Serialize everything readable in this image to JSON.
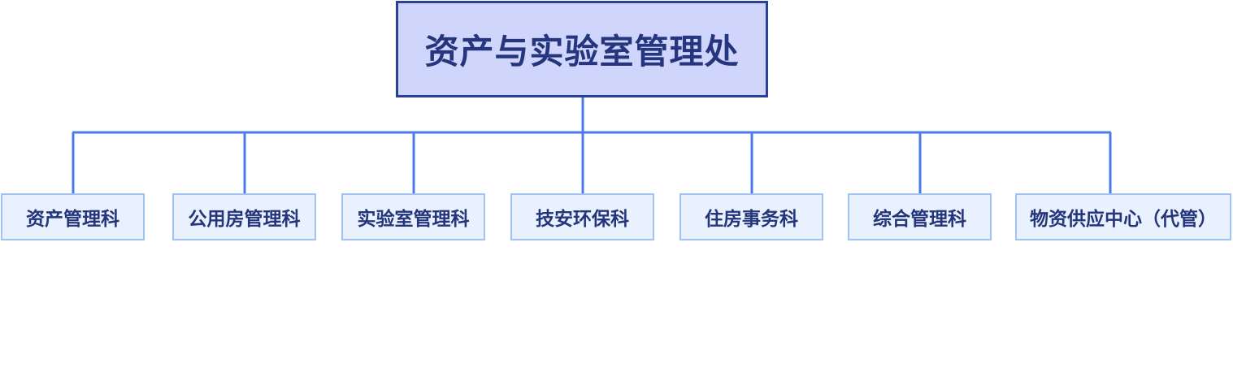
{
  "org_chart": {
    "root": {
      "label": "资产与实验室管理处"
    },
    "departments": [
      {
        "label": "资产管理科"
      },
      {
        "label": "公用房管理科"
      },
      {
        "label": "实验室管理科"
      },
      {
        "label": "技安环保科"
      },
      {
        "label": "住房事务科"
      },
      {
        "label": "综合管理科"
      },
      {
        "label": "物资供应中心（代管）"
      }
    ]
  },
  "colors": {
    "root_fill": "#d0d6fb",
    "root_border": "#2a3f96",
    "root_text": "#25357e",
    "child_fill": "#e9f0fe",
    "child_border": "#9fc2f7",
    "child_text": "#24357a",
    "connector": "#4b7be6"
  }
}
